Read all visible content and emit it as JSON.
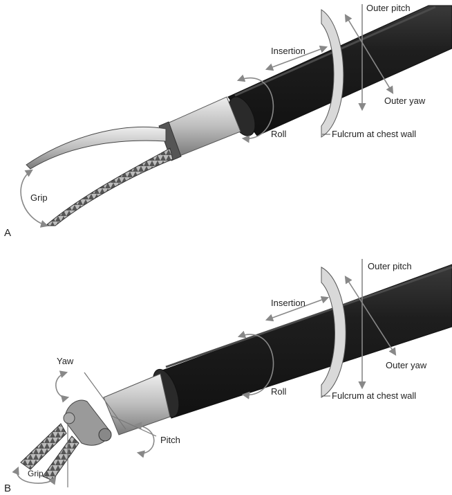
{
  "panels": [
    {
      "letter": "A",
      "labels": {
        "outer_pitch": "Outer pitch",
        "insertion": "Insertion",
        "outer_yaw": "Outer yaw",
        "roll": "Roll",
        "fulcrum": "Fulcrum at chest wall",
        "grip": "Grip"
      }
    },
    {
      "letter": "B",
      "labels": {
        "outer_pitch": "Outer pitch",
        "insertion": "Insertion",
        "outer_yaw": "Outer yaw",
        "roll": "Roll",
        "fulcrum": "Fulcrum at chest wall",
        "yaw": "Yaw",
        "pitch": "Pitch",
        "grip": "Grip"
      }
    }
  ],
  "colors": {
    "shaft": "#1e1e1e",
    "shaft_highlight": "#3a3a3a",
    "metal": "#bdbdbd",
    "metal_dark": "#777777",
    "chest_wall": "#d9d9d9",
    "arrow": "#888888",
    "text": "#222222"
  }
}
